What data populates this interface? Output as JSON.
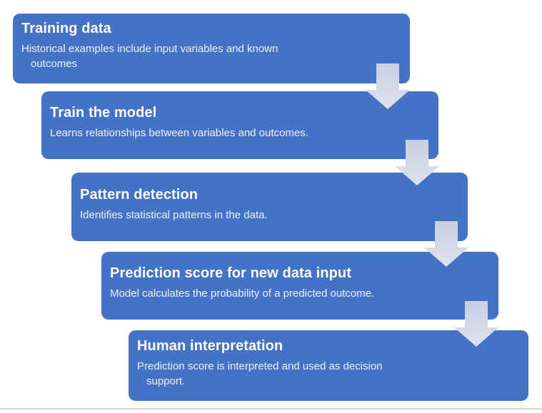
{
  "diagram": {
    "type": "vertical-staircase-process",
    "colors": {
      "box_fill": "#4472c4",
      "title_text": "#ffffff",
      "body_text": "#eef2fb",
      "arrow_fill_top": "#c9cfe1",
      "arrow_fill_bottom": "#dee2ee",
      "bottom_rule": "#d8d8d8",
      "background": "#ffffff"
    },
    "steps": [
      {
        "title": "Training data",
        "body_lines": [
          "Historical examples include input variables and known",
          "outcomes"
        ]
      },
      {
        "title": "Train the model",
        "body_lines": [
          "Learns relationships between variables and outcomes."
        ]
      },
      {
        "title": "Pattern detection",
        "body_lines": [
          "Identifies statistical patterns in the data."
        ]
      },
      {
        "title": "Prediction score for new data input",
        "body_lines": [
          "Model calculates the probability of a predicted outcome."
        ]
      },
      {
        "title": "Human interpretation",
        "body_lines": [
          "Prediction score is interpreted and used as decision",
          "support."
        ]
      }
    ]
  }
}
